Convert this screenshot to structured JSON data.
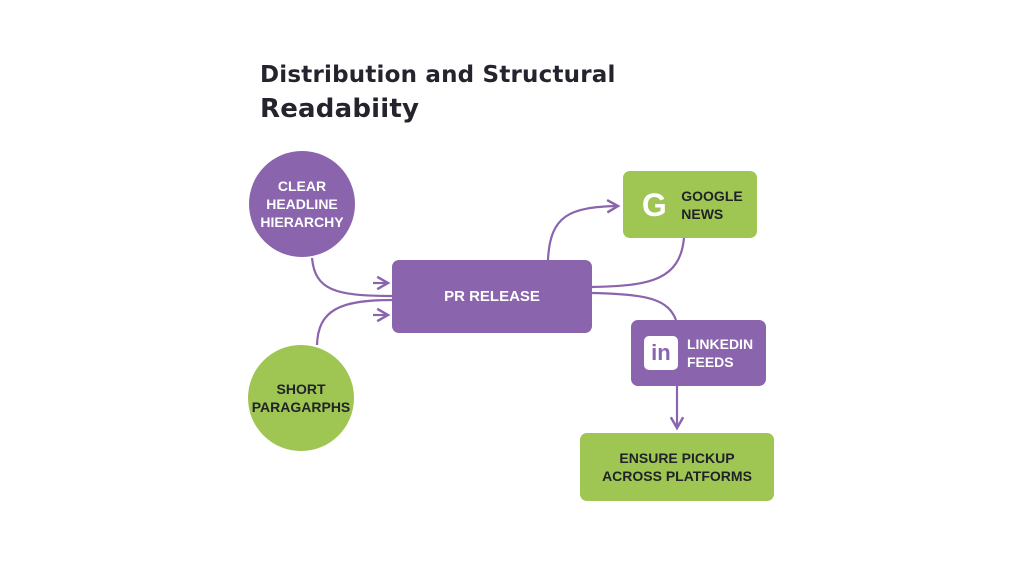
{
  "title": {
    "line1": "Distribution and Structural",
    "line2": "Readabiity"
  },
  "nodes": {
    "clear_headline": {
      "line1": "CLEAR",
      "line2": "HEADLINE",
      "line3": "HIERARCHY"
    },
    "short_paragraphs": {
      "line1": "SHORT",
      "line2": "PARAGARPHS"
    },
    "pr_release": {
      "label": "PR RELEASE"
    },
    "google_news": {
      "icon": "google-icon",
      "glyph": "G",
      "line1": "GOOGLE",
      "line2": "NEWS"
    },
    "linkedin_feeds": {
      "icon": "linkedin-icon",
      "glyph": "in",
      "line1": "LINKEDIN",
      "line2": "FEEDS"
    },
    "ensure_pickup": {
      "line1": "ENSURE PICKUP",
      "line2": "ACROSS PLATFORMS"
    }
  },
  "colors": {
    "purple": "#8a64ad",
    "green": "#9fc553",
    "title": "#25232e"
  }
}
